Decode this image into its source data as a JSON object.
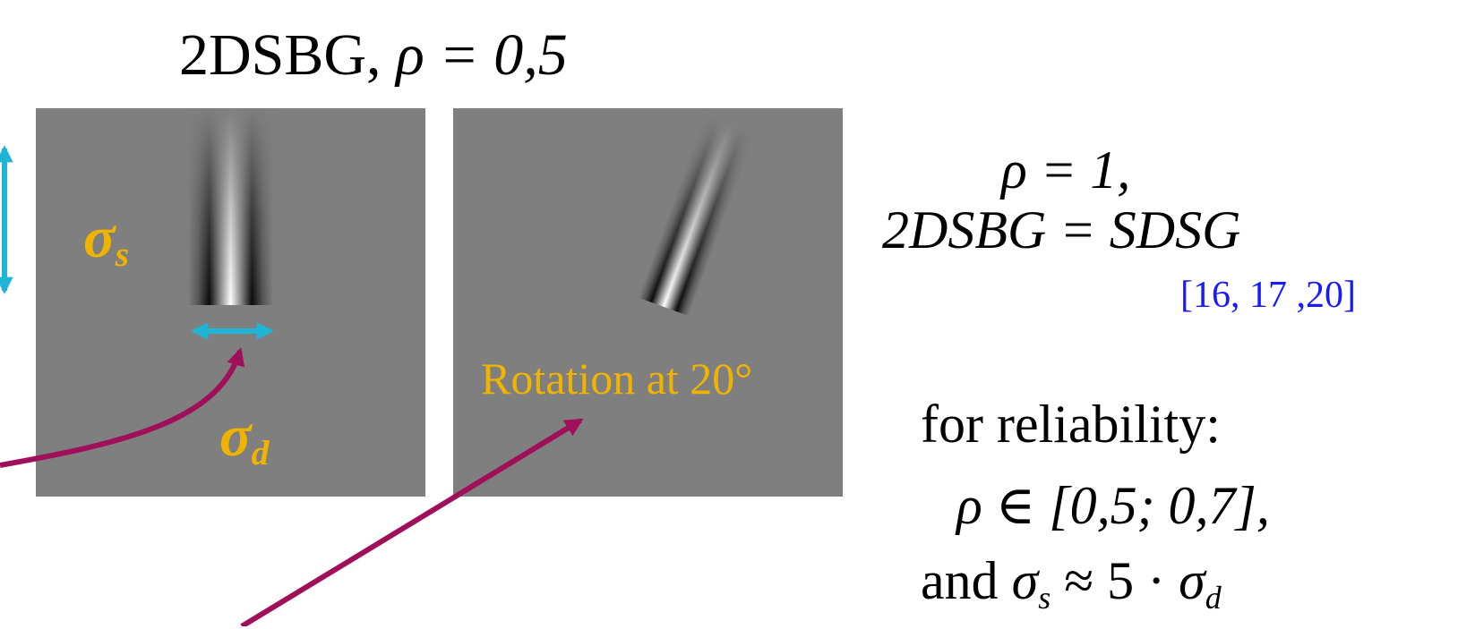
{
  "title": {
    "name": "2DSBG,",
    "rho_equation": "ρ = 0,5"
  },
  "left_panel": {
    "sigma_s_symbol": "σ",
    "sigma_s_subscript": "s",
    "sigma_d_symbol": "σ",
    "sigma_d_subscript": "d"
  },
  "right_panel": {
    "rotation_label": "Rotation at 20°"
  },
  "right_text": {
    "rho_one": "ρ = 1,",
    "equality": "2DSBG = SDSG",
    "references": "[16, 17 ,20]",
    "reliability_title": "for reliability:",
    "rho_range": "ρ ∈ [0,5; 0,7],",
    "relation_prefix": "and ",
    "relation_sigma_s": "σ",
    "relation_sigma_s_sub": "s",
    "relation_mid": " ≈ 5 · ",
    "relation_sigma_d": "σ",
    "relation_sigma_d_sub": "d"
  },
  "colors": {
    "panel_background": "#7f7f7f",
    "sigma_label": "#f0b400",
    "arrow_cyan": "#1fb5d6",
    "pointer_magenta": "#a0105a",
    "reference_blue": "#1a1aff"
  }
}
